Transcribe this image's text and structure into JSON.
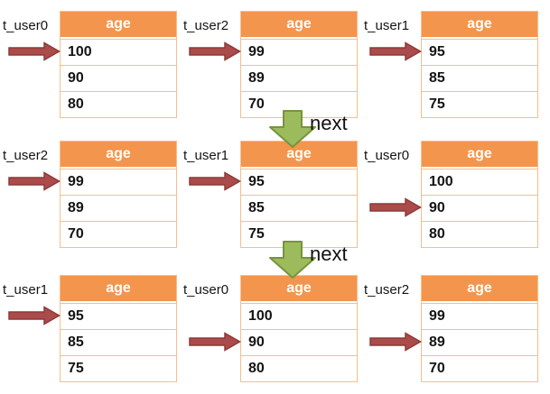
{
  "diagram": {
    "column_header": "age",
    "colors": {
      "header-bg": "#F3954C",
      "table-border": "#F7BE8C",
      "pointer-fill": "#AC4B4B",
      "pointer-stroke": "#8C3A38",
      "next-fill": "#9CBB5D",
      "next-stroke": "#77933C"
    },
    "transitions": [
      {
        "label": "next"
      },
      {
        "label": "next"
      }
    ],
    "steps": [
      {
        "tables": [
          {
            "name": "t_user0",
            "rows": [
              "100",
              "90",
              "80"
            ],
            "pointer_row": 0
          },
          {
            "name": "t_user2",
            "rows": [
              "99",
              "89",
              "70"
            ],
            "pointer_row": 0
          },
          {
            "name": "t_user1",
            "rows": [
              "95",
              "85",
              "75"
            ],
            "pointer_row": 0
          }
        ]
      },
      {
        "tables": [
          {
            "name": "t_user2",
            "rows": [
              "99",
              "89",
              "70"
            ],
            "pointer_row": 0
          },
          {
            "name": "t_user1",
            "rows": [
              "95",
              "85",
              "75"
            ],
            "pointer_row": 0
          },
          {
            "name": "t_user0",
            "rows": [
              "100",
              "90",
              "80"
            ],
            "pointer_row": 1
          }
        ]
      },
      {
        "tables": [
          {
            "name": "t_user1",
            "rows": [
              "95",
              "85",
              "75"
            ],
            "pointer_row": 0
          },
          {
            "name": "t_user0",
            "rows": [
              "100",
              "90",
              "80"
            ],
            "pointer_row": 1
          },
          {
            "name": "t_user2",
            "rows": [
              "99",
              "89",
              "70"
            ],
            "pointer_row": 1
          }
        ]
      }
    ]
  }
}
